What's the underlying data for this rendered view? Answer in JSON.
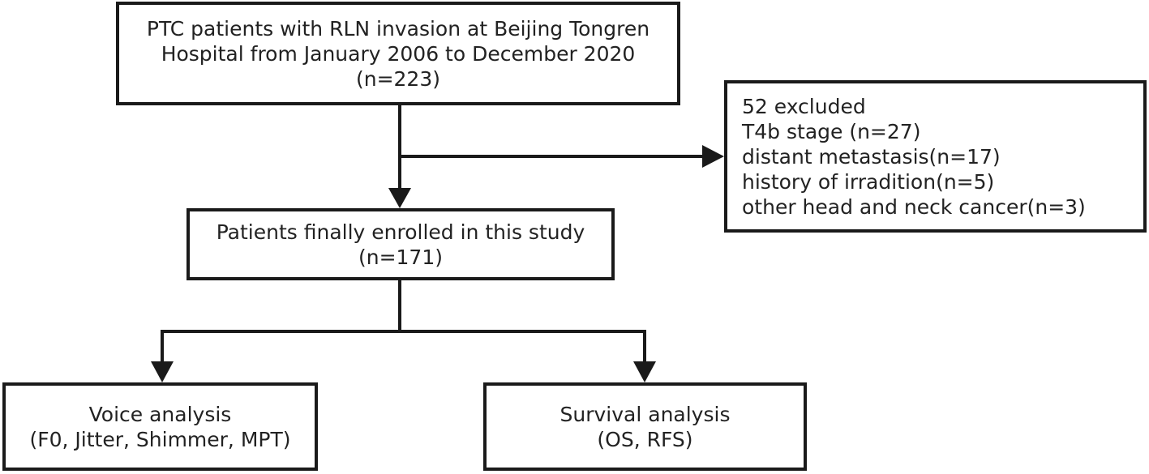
{
  "flowchart": {
    "source": {
      "line1": "PTC patients with RLN invasion at Beijing Tongren",
      "line2": "Hospital from January 2006 to December 2020",
      "line3": "(n=223)"
    },
    "excluded": {
      "title": "52 excluded",
      "items": [
        "T4b stage (n=27)",
        "distant metastasis(n=17)",
        "history of irradition(n=5)",
        "other head and neck cancer(n=3)"
      ]
    },
    "enrolled": {
      "line1": "Patients finally enrolled in this study",
      "line2": "(n=171)"
    },
    "voice": {
      "line1": "Voice analysis",
      "line2": "(F0, Jitter, Shimmer, MPT)"
    },
    "survival": {
      "line1": "Survival analysis",
      "line2": "(OS, RFS)"
    }
  },
  "colors": {
    "stroke": "#1a1a1a",
    "text": "#222222",
    "background": "#ffffff"
  }
}
